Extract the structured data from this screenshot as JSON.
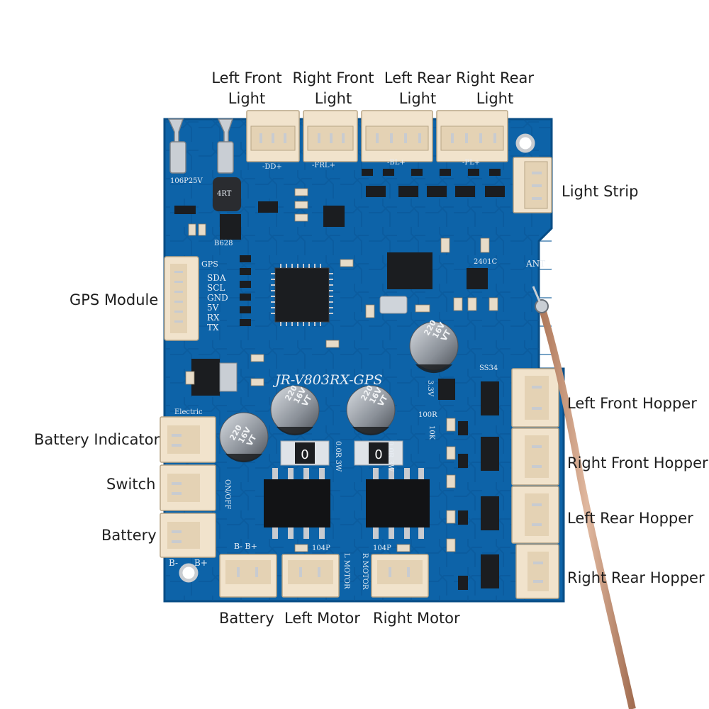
{
  "labels": {
    "left_front_light": [
      "Left Front",
      "Light"
    ],
    "right_front_light": [
      "Right Front",
      "Light"
    ],
    "left_rear_light": [
      "Left Rear",
      "Light"
    ],
    "right_rear_light": [
      "Right Rear",
      "Light"
    ],
    "light_strip": "Light Strip",
    "gps_module": "GPS Module",
    "battery_indicator": "Battery Indicator",
    "switch": "Switch",
    "battery_left": "Battery",
    "battery_bottom": "Battery",
    "left_motor": "Left Motor",
    "right_motor": "Right Motor",
    "left_front_hopper": "Left Front Hopper",
    "right_front_hopper": "Right Front Hopper",
    "left_rear_hopper": "Left Rear Hopper",
    "right_rear_hopper": "Right Rear Hopper"
  },
  "board": {
    "model": "JR-V803RX-GPS",
    "gps_pins": [
      "GPS",
      "SDA",
      "SCL",
      "GND",
      "5V",
      "RX",
      "TX"
    ],
    "ant": "ANT",
    "cap_text": [
      "220",
      "16V",
      "VT"
    ],
    "res_text": "0",
    "silk": {
      "b_minus": "B-",
      "b_plus": "B+",
      "b_minus_b_plus": "B- B+",
      "on_off": "ON/OFF",
      "electric": "Electric",
      "l_motor": "L MOTOR",
      "r_motor": "R MOTOR",
      "ss34": "SS34",
      "frl": "-FRL+",
      "dd": "-DD+",
      "bl": "-BL+",
      "pl": "-PL+",
      "c104p": "104P",
      "c0r": "0.0R 3W",
      "r100": "100R",
      "r10k": "10K",
      "v33": "3.3V",
      "chip": "2401C",
      "m1": "B628",
      "m2": "4RT",
      "led": "106P25V"
    }
  },
  "colors": {
    "pcb": "#0d63a8",
    "pcb_dark": "#084d86",
    "connector": "#f1e3cc",
    "cable": "#c79274"
  }
}
